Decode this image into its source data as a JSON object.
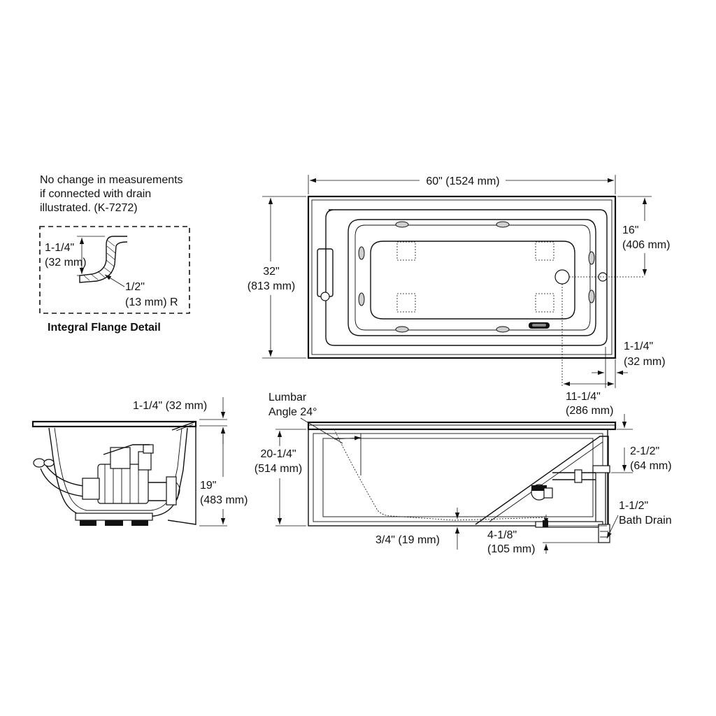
{
  "note": {
    "line1": "No change in measurements",
    "line2": "if connected with drain",
    "line3": "illustrated. (K-7272)"
  },
  "flange_detail": {
    "title": "Integral Flange Detail",
    "height_in": "1-1/4\"",
    "height_mm": "(32 mm)",
    "radius_in": "1/2\"",
    "radius_mm": "(13 mm) R"
  },
  "top_view": {
    "length": "60\" (1524 mm)",
    "width_in": "32\"",
    "width_mm": "(813 mm)",
    "drain_offset_in": "16\"",
    "drain_offset_mm": "(406 mm)",
    "flange_in": "1-1/4\"",
    "flange_mm": "(32 mm)",
    "drain_from_end_in": "11-1/4\"",
    "drain_from_end_mm": "(286 mm)"
  },
  "end_view": {
    "flange_height": "1-1/4\" (32 mm)",
    "height_in": "19\"",
    "height_mm": "(483 mm)"
  },
  "side_view": {
    "lumbar_line1": "Lumbar",
    "lumbar_line2": "Angle 24°",
    "depth_in": "20-1/4\"",
    "depth_mm": "(514 mm)",
    "bottom_gap": "3/4\" (19 mm)",
    "overflow_in": "2-1/2\"",
    "overflow_mm": "(64 mm)",
    "drain_size_line1": "1-1/2\"",
    "drain_size_line2": "Bath Drain",
    "drain_depth_in": "4-1/8\"",
    "drain_depth_mm": "(105 mm)"
  }
}
